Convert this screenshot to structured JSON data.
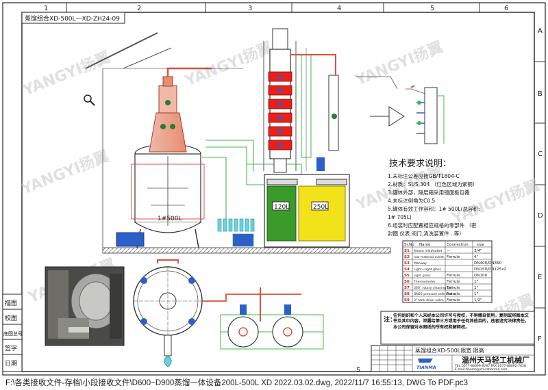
{
  "drawing": {
    "title_top": "蒸馏组合XD-500L一XD-ZH24-09",
    "column_markers": [
      "1",
      "2",
      "3",
      "4",
      "5",
      "6"
    ],
    "row_markers": [
      "A",
      "B",
      "C",
      "D",
      "E",
      "F"
    ],
    "watermark": "YANGYI扬翼",
    "tank1_label": "1#500L",
    "tank2_label": "120L",
    "tank3_label": "250L"
  },
  "tech_req": {
    "heading": "技术要求说明：",
    "items": [
      "1.未标注公差应按GB/T1804-C",
      "2.材质：SUS 304 （红色区域为紫铜）",
      "3.罐体外部，隔层箱采用镜面板包覆",
      "4.未标注倒角为C0.5",
      "5.罐体有效工作容积：1# 500L(总容积:",
      "1# 705L)",
      "6.组装时应配置相应规格的零部件 （密",
      "封圈.仪表.阀门.清洗装置件...等）"
    ]
  },
  "parts_table": {
    "headers": [
      "Sr.No",
      "Name",
      "Connection",
      "size"
    ],
    "rows": [
      [
        "S1",
        "Steam inlet/outlet",
        "—",
        "3/4\""
      ],
      [
        "S2",
        "raw material outlet",
        "Ferrule",
        "4\""
      ],
      [
        "S3",
        "Manway",
        "",
        "DN400/DN350"
      ],
      [
        "S4",
        "Light+sight glass",
        "",
        "DN150/DN125x2"
      ],
      [
        "S5",
        "sight glass",
        "Ferrule",
        "DN100"
      ],
      [
        "S6",
        "Thermometer",
        "Ferrule",
        "1\""
      ],
      [
        "S7",
        "360° rotary cleaning ball",
        "Ferrule",
        "1\""
      ],
      [
        "S8",
        "DN25 pressure safe device",
        "Ferrule",
        "1\""
      ],
      [
        "S9",
        "3\" tank drain valve",
        "Ferrule",
        "1/2\""
      ]
    ]
  },
  "notice": {
    "label": "注：",
    "text": "任何组织和个人未经本公司许可与授权，不得擅自使用，复制或将图本文件及其中内容，泄露给第三方或用于任何其他目的，违者追究法律责任。本公司保留对本图纸的所有权和解释权。"
  },
  "title_block": {
    "drawing_name": "蒸馏组合XD-500L限宽 限高",
    "company_cn": "温州天马轻工机械厂",
    "company_phone": "TEL:0577-86699-8787 FAX:0577-86692-7628",
    "company_email": "E-mail:tianma@chinatianma.com",
    "logo_text": "TIANMA"
  },
  "side_labels": [
    "描图",
    "校图",
    "底图总号",
    "签字",
    "日期"
  ],
  "status_bar": {
    "text": "F:\\各类接收文件-存档\\小段接收文件\\D600~D900蒸馏一体设备200L-500L XD 2022.03.02.dwg, 2022/11/7 16:55:13, DWG To PDF.pc3"
  },
  "colors": {
    "copper": "#d9503c",
    "column_red": "#e8201c",
    "pipe_green": "#3cb84a",
    "tank_green": "#3a9a2a",
    "tank_yellow": "#f2e21a",
    "steel_blue": "#2c5fc8",
    "cyan": "#6ad3e2",
    "frame": "#222222"
  }
}
